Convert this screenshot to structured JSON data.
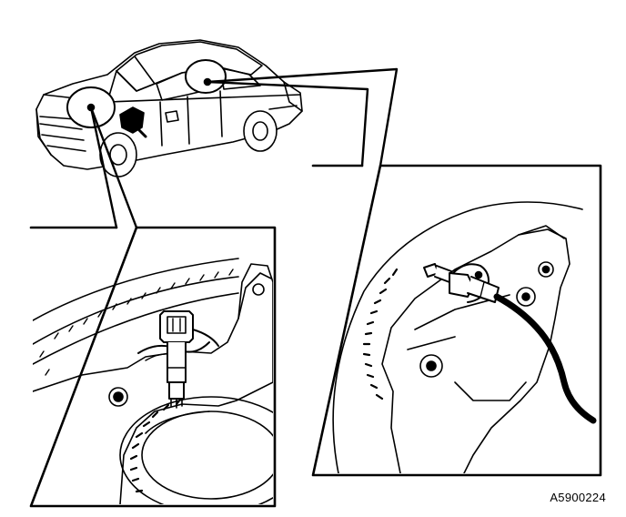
{
  "figure": {
    "code": "A5900224"
  },
  "colors": {
    "ink": "#000000",
    "paper": "#ffffff"
  },
  "icons": {
    "front_sensor": "abs-wheel-speed-sensor-front",
    "rear_sensor": "abs-wheel-speed-sensor-rear",
    "vehicle": "sedan-car"
  }
}
